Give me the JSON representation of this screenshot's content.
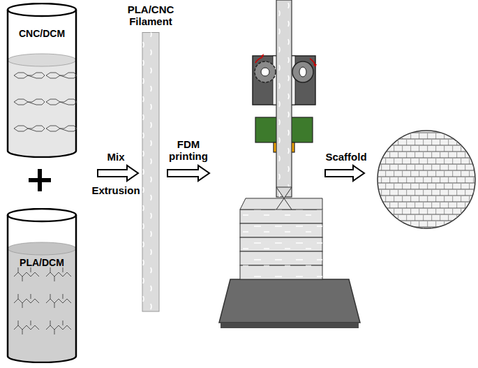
{
  "diagram": {
    "nodes": [
      {
        "text": [
          "CNC/DCM"
        ]
      },
      {
        "text": [
          "PLA/DCM"
        ]
      },
      {
        "text": [
          "PLA/CNC Filament"
        ]
      }
    ],
    "labels": [
      "Mix",
      "Extrusion",
      "FDM printing",
      "Scaffold"
    ]
  }
}
